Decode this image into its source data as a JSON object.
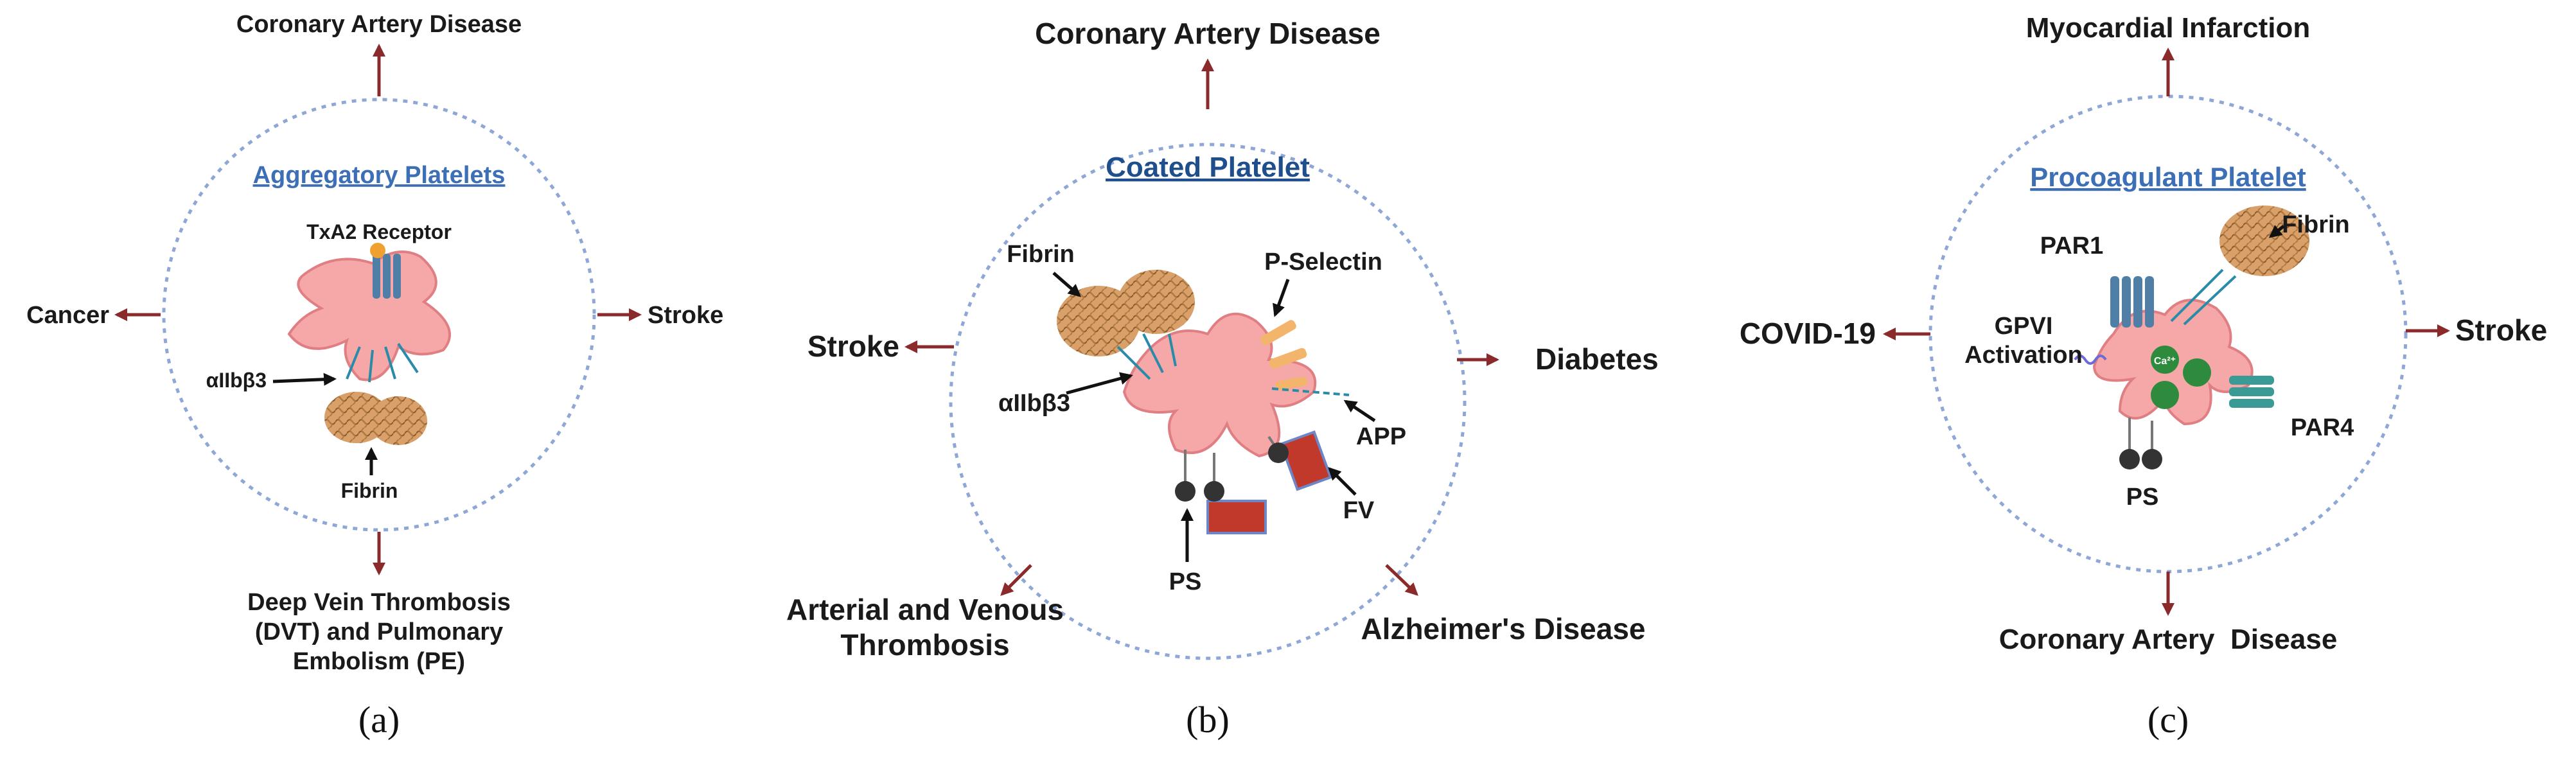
{
  "colors": {
    "title_blue": "#3d6fb6",
    "title_blue_b": "#1f4e8c",
    "platelet": "#f6a8a8",
    "platelet_edge": "#e07f83",
    "receptor": "#4f7fa6",
    "fibrin": "#c48a52",
    "arrow_red": "#8b2a2a",
    "ring": "#8fa7d6",
    "selectin": "#f3b56b",
    "fv": "#c0392b",
    "calcium": "#2e8b3e"
  },
  "panels": {
    "a": {
      "title": "Aggregatory Platelets",
      "caption": "(a)",
      "labels": {
        "receptor": "TxA2 Receptor",
        "integrin": "αIIbβ3",
        "fibrin": "Fibrin"
      },
      "outcomes": {
        "top": "Coronary Artery Disease",
        "left": "Cancer",
        "right": "Stroke",
        "bottom_line1": "Deep Vein Thrombosis",
        "bottom_line2": "(DVT) and Pulmonary",
        "bottom_line3": "Embolism (PE)"
      },
      "icons": [
        "platelet-icon",
        "txa2-receptor-icon",
        "fibrin-mesh-icon",
        "integrin-icon"
      ]
    },
    "b": {
      "title": "Coated Platelet",
      "caption": "(b)",
      "labels": {
        "fibrin": "Fibrin",
        "selectin": "P-Selectin",
        "integrin": "αIIbβ3",
        "app": "APP",
        "fv": "FV",
        "ps": "PS"
      },
      "outcomes": {
        "top": "Coronary Artery Disease",
        "left": "Stroke",
        "right": "Diabetes",
        "bottom_left_line1": "Arterial and Venous",
        "bottom_left_line2": "Thrombosis",
        "bottom_right": "Alzheimer's Disease"
      },
      "icons": [
        "platelet-icon",
        "fibrin-mesh-icon",
        "p-selectin-icon",
        "fv-icon",
        "ps-icon"
      ]
    },
    "c": {
      "title": "Procoagulant Platelet",
      "caption": "(c)",
      "labels": {
        "par1": "PAR1",
        "fibrin": "Fibrin",
        "gpvi_line1": "GPVI",
        "gpvi_line2": "Activation",
        "par4": "PAR4",
        "ps": "PS",
        "calcium": "Ca²⁺"
      },
      "outcomes": {
        "top": "Myocardial Infarction",
        "left": "COVID-19",
        "right": "Stroke",
        "bottom": "Coronary Artery  Disease"
      },
      "icons": [
        "platelet-icon",
        "par1-receptor-icon",
        "par4-receptor-icon",
        "fibrin-mesh-icon",
        "calcium-icon",
        "ps-icon"
      ]
    }
  }
}
